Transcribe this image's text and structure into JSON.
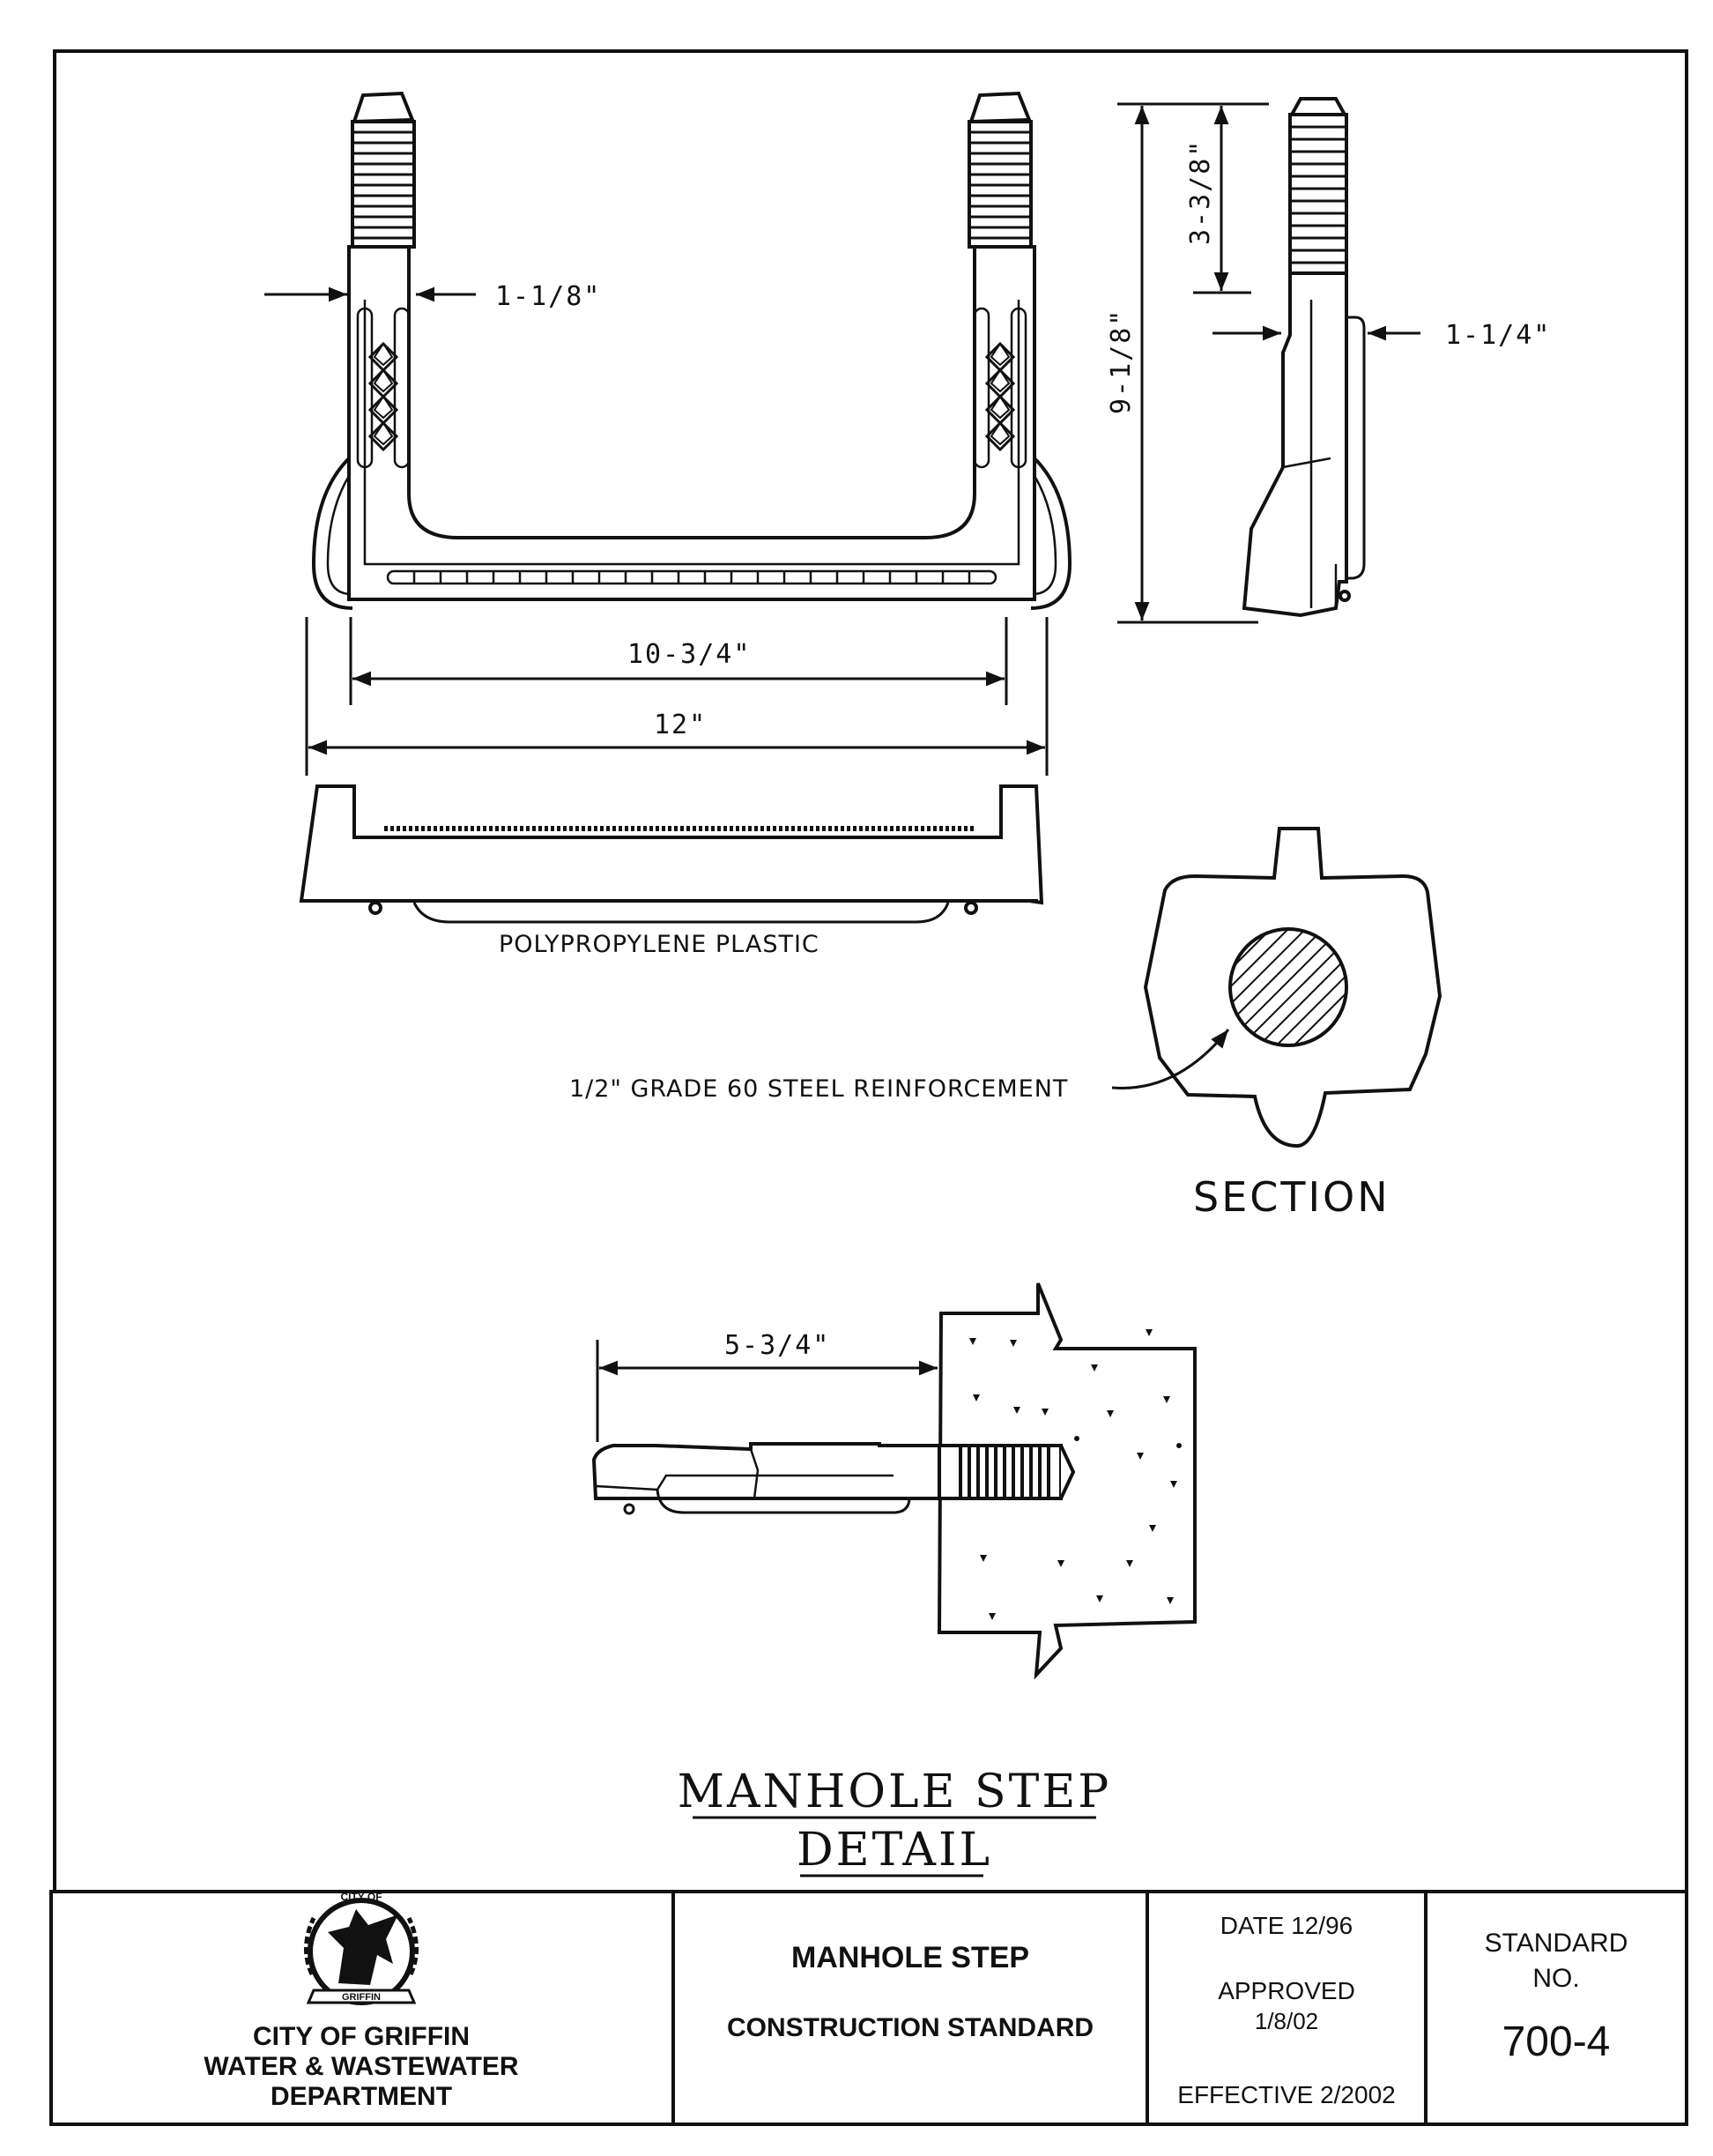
{
  "drawing": {
    "dimensions": {
      "post_width": "1-1/8\"",
      "overall_height": "9-1/8\"",
      "thread_length": "3-3/8\"",
      "side_thickness": "1-1/4\"",
      "inner_width": "10-3/4\"",
      "outer_width": "12\"",
      "embed_depth": "5-3/4\""
    },
    "notes": {
      "material": "POLYPROPYLENE PLASTIC",
      "reinforcement": "1/2\" GRADE 60 STEEL REINFORCEMENT"
    },
    "section_label": "SECTION",
    "title_line1": "MANHOLE STEP",
    "title_line2": "DETAIL"
  },
  "title_block": {
    "logo": {
      "arc_top": "CITY OF",
      "ribbon": "GRIFFIN",
      "icon": "griffin-seal-icon"
    },
    "org_line1": "CITY OF GRIFFIN",
    "org_line2": "WATER & WASTEWATER",
    "org_line3": "DEPARTMENT",
    "title": "MANHOLE STEP",
    "subtitle": "CONSTRUCTION STANDARD",
    "date": "DATE 12/96",
    "approved_label": "APPROVED",
    "approved_date": "1/8/02",
    "effective": "EFFECTIVE 2/2002",
    "standard_label_1": "STANDARD",
    "standard_label_2": "NO.",
    "standard_number": "700-4"
  }
}
